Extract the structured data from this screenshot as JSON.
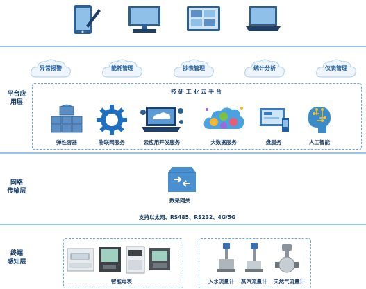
{
  "platform_layer": {
    "label_line1": "平台应",
    "label_line2": "用层",
    "clouds": [
      "异常报警",
      "能耗管理",
      "抄表管理",
      "统计分析",
      "仪表管理"
    ],
    "box_title": "技 研 工 业 云 平 台",
    "services": [
      "弹性容器",
      "物联网服务",
      "云应用开发服务",
      "大数据服务",
      "盘服务",
      "人工智能"
    ]
  },
  "network_layer": {
    "label_line1": "网络",
    "label_line2": "传输层",
    "gateway_label": "数采网关",
    "protocols": "支持以太网、RS485、RS232、4G/5G"
  },
  "perception_layer": {
    "label_line1": "终端",
    "label_line2": "感知层",
    "meters_label": "智能电表",
    "flowmeters": [
      "入水流量计",
      "蒸汽流量计",
      "天然气流量计"
    ]
  },
  "colors": {
    "accent": "#1f5fa3",
    "separator": "#9cc4e4",
    "dashed_border": "#6aa7d6"
  }
}
